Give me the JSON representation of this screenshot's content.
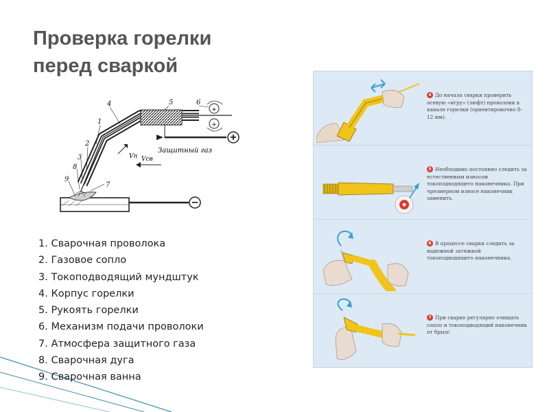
{
  "title": {
    "line1": "Проверка горелки",
    "line2": "перед сваркой"
  },
  "diagram": {
    "callouts": [
      "1",
      "2",
      "3",
      "4",
      "5",
      "6",
      "7",
      "8",
      "9"
    ],
    "gas_label": "Защитный газ",
    "vn_label": "Vп",
    "vsv_label": "Vсв",
    "plus_sign": "+",
    "minus_sign": "−"
  },
  "legend": [
    "1. Сварочная проволока",
    "2. Газовое сопло",
    "3. Токоподводящий мундштук",
    "4. Корпус горелки",
    "5. Рукоять горелки",
    "6. Механизм подачи проволоки",
    "7. Атмосфера защитного газа",
    "8. Сварочная дуга",
    "9. Сварочная ванна"
  ],
  "steps": [
    {
      "number": "4",
      "text": "До начала сварки проверить осевую «игру» (люфт) проволоки в канале горелки (ориентировочно 8-12 мм)."
    },
    {
      "number": "5",
      "text": "Необходимо постоянно следить за естественным износом токоподводящего наконечника. При чрезмерном износе наконечник заменить."
    },
    {
      "number": "6",
      "text": "В процессе сварки следить за надежной затяжкой токоподводящего наконечника."
    },
    {
      "number": "7",
      "text": "При сварке регулярно очищать сопло и токоподводящий наконечник от брызг."
    }
  ],
  "colors": {
    "title": "#555555",
    "torch_yellow": "#f0c419",
    "panel_bg": "#dde9f4",
    "badge_red": "#d63a2a",
    "corner_teal": "#3a8fa3"
  }
}
